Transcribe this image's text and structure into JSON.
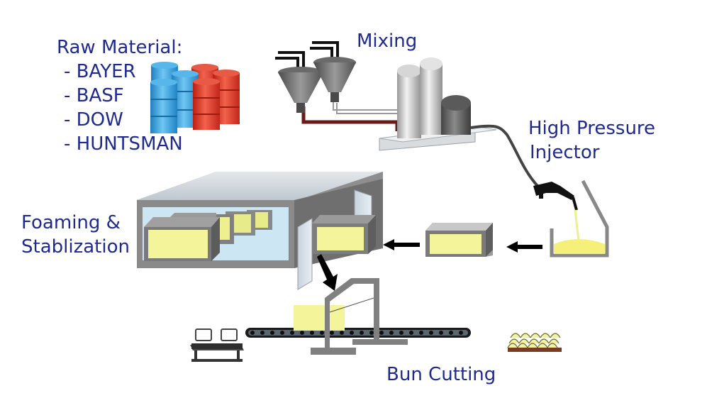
{
  "raw_material": {
    "title": "Raw Material:",
    "suppliers": [
      "- BAYER",
      "- BASF",
      "- DOW",
      "- HUNTSMAN"
    ]
  },
  "labels": {
    "mixing": "Mixing",
    "injector_line1": "High Pressure",
    "injector_line2": "Injector",
    "foaming_line1": "Foaming &",
    "foaming_line2": "Stablization",
    "cutting": "Bun Cutting"
  },
  "colors": {
    "label_text": "#1f2a8f",
    "foam": "#f4f59a",
    "barrel_blue": "#3aa6e0",
    "barrel_red": "#e23b26",
    "machine_grey": "#8a8a8a",
    "arrow": "#000000"
  }
}
